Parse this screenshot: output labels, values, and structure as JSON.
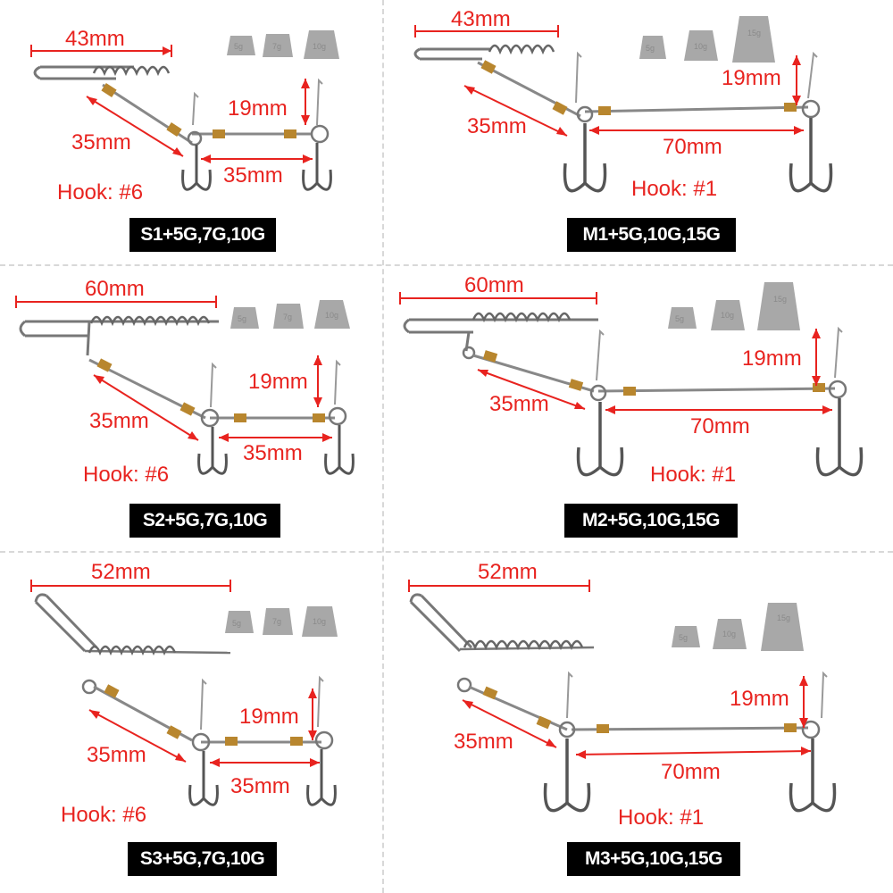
{
  "colors": {
    "dimension_red": "#e8231f",
    "label_bg": "#000000",
    "label_text": "#ffffff",
    "metal": "#9a9a9a",
    "brass": "#b8862e",
    "sinker": "#a8a8a8"
  },
  "panels": [
    {
      "id": "s1",
      "dims": {
        "clip": "43mm",
        "arm": "35mm",
        "link": "35mm",
        "drop": "19mm"
      },
      "hook": "Hook: #6",
      "model": "S1+5G,7G,10G",
      "sinkers": [
        "5g",
        "7g",
        "10g"
      ]
    },
    {
      "id": "m1",
      "dims": {
        "clip": "43mm",
        "arm": "35mm",
        "link": "70mm",
        "drop": "19mm"
      },
      "hook": "Hook: #1",
      "model": "M1+5G,10G,15G",
      "sinkers": [
        "5g",
        "10g",
        "15g"
      ]
    },
    {
      "id": "s2",
      "dims": {
        "clip": "60mm",
        "arm": "35mm",
        "link": "35mm",
        "drop": "19mm"
      },
      "hook": "Hook: #6",
      "model": "S2+5G,7G,10G",
      "sinkers": [
        "5g",
        "7g",
        "10g"
      ]
    },
    {
      "id": "m2",
      "dims": {
        "clip": "60mm",
        "arm": "35mm",
        "link": "70mm",
        "drop": "19mm"
      },
      "hook": "Hook: #1",
      "model": "M2+5G,10G,15G",
      "sinkers": [
        "5g",
        "10g",
        "15g"
      ]
    },
    {
      "id": "s3",
      "dims": {
        "clip": "52mm",
        "arm": "35mm",
        "link": "35mm",
        "drop": "19mm"
      },
      "hook": "Hook: #6",
      "model": "S3+5G,7G,10G",
      "sinkers": [
        "5g",
        "7g",
        "10g"
      ]
    },
    {
      "id": "m3",
      "dims": {
        "clip": "52mm",
        "arm": "35mm",
        "link": "70mm",
        "drop": "19mm"
      },
      "hook": "Hook: #1",
      "model": "M3+5G,10G,15G",
      "sinkers": [
        "5g",
        "10g",
        "15g"
      ]
    }
  ]
}
